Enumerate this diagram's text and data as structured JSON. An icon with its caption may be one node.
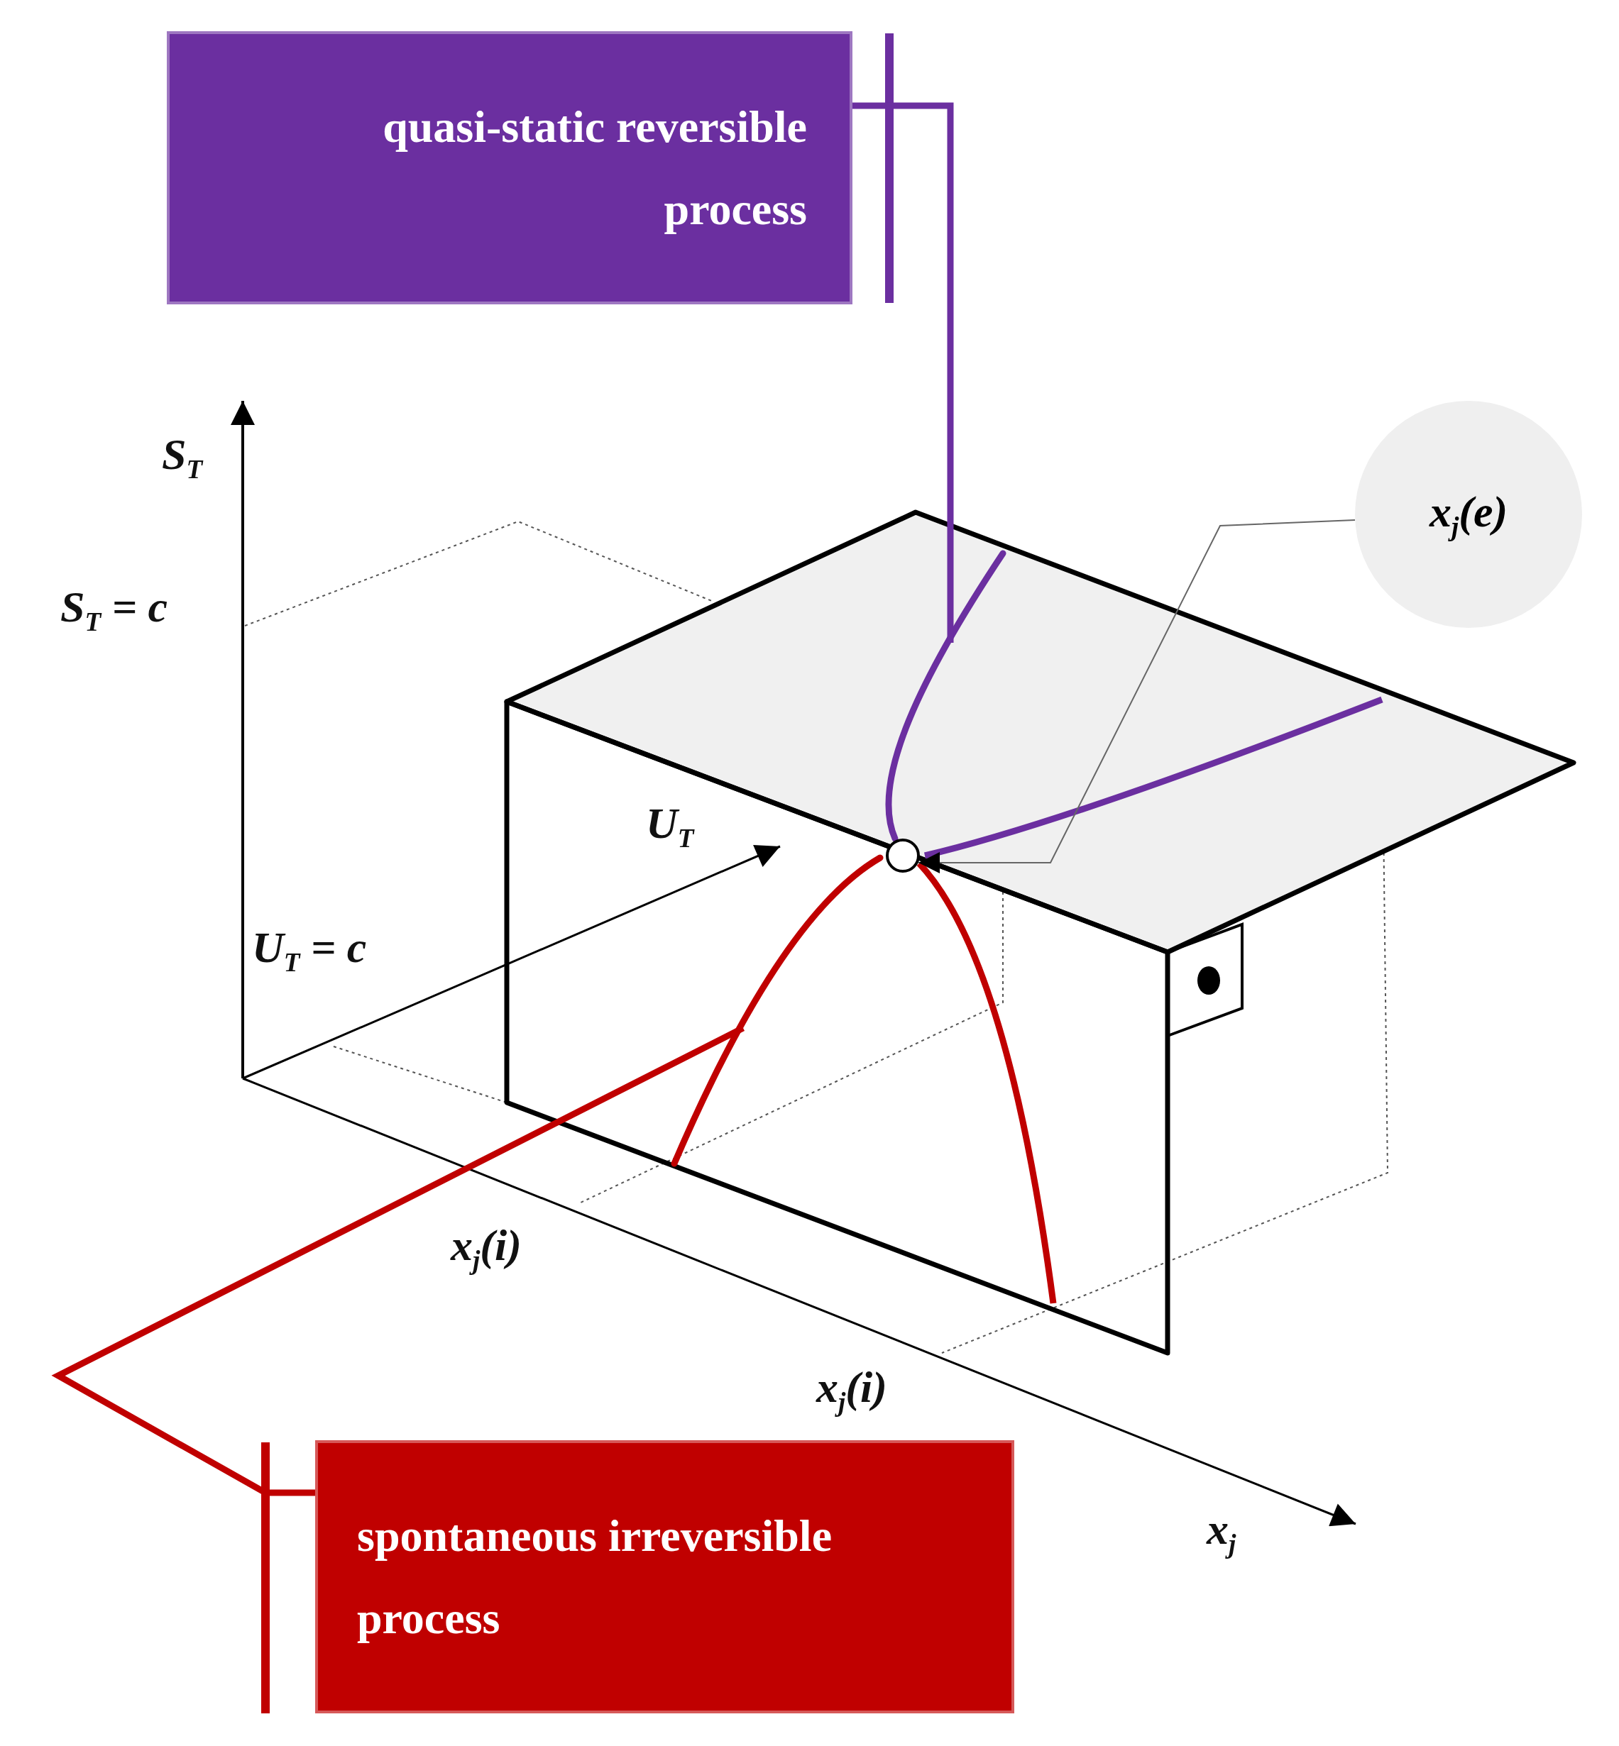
{
  "diagram": {
    "nodes": [
      {
        "text": [
          "quasi-static reversible process"
        ]
      },
      {
        "text": [
          "spontaneous irreversible process"
        ]
      },
      {
        "text": [
          "x$_{j}$(e)"
        ]
      },
      {
        "text": [],
        "shape": "curve"
      },
      {
        "text": [],
        "shape": "curve"
      },
      {
        "text": [],
        "shape": "circle"
      }
    ],
    "edges": [
      {
        "from": 0,
        "to": 3,
        "arrow": "none",
        "color": "#6b2fa0"
      },
      {
        "from": 1,
        "to": 4,
        "arrow": "none",
        "color": "#c00000"
      },
      {
        "from": 2,
        "to": 5,
        "arrow": "to"
      }
    ],
    "labels": [
      "S$_{T}$",
      "S$_{T}$ = c",
      "U$_{T}$",
      "U$_{T}$ = c",
      "x$_{j}$(i)",
      "x$_{j}$(i)",
      "x$_{j}$"
    ]
  }
}
